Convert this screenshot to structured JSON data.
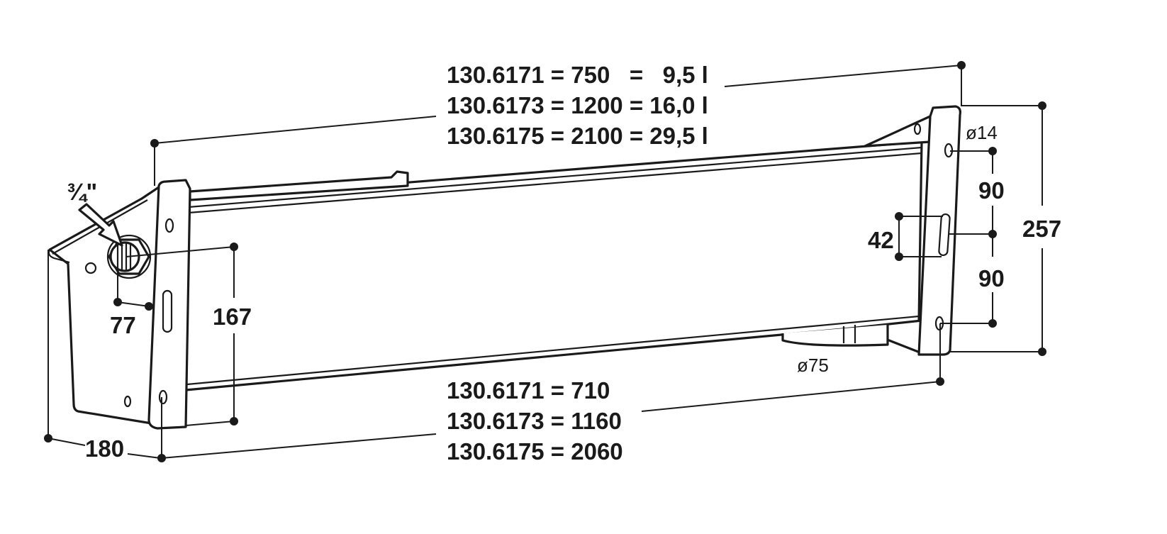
{
  "drawing": {
    "subject": "wall-mounted trough dimensional drawing",
    "line_color": "#1a1a1a",
    "background": "#ffffff"
  },
  "length_table_top": {
    "rows": [
      "130.6171 = 750   =   9,5 l",
      "130.6173 = 1200 = 16,0 l",
      "130.6175 = 2100 = 29,5 l"
    ]
  },
  "length_table_bottom": {
    "rows": [
      "130.6171 = 710",
      "130.6173 = 1160",
      "130.6175 = 2060"
    ]
  },
  "dimensions": {
    "inlet_thread": "¾\"",
    "inlet_offset": "77",
    "inlet_height": "167",
    "depth": "180",
    "drain_diameter": "ø75",
    "hole_diameter": "ø14",
    "hole_spacing_upper": "90",
    "hole_spacing_lower": "90",
    "slot_length": "42",
    "bracket_height": "257"
  }
}
